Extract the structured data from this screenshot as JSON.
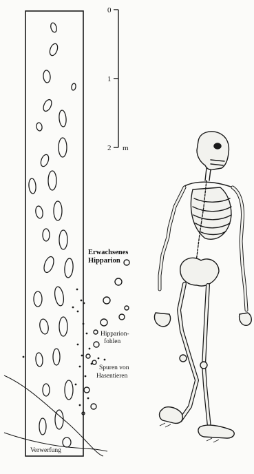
{
  "scale": {
    "ticks": [
      "0",
      "1",
      "2"
    ],
    "unit": "m"
  },
  "labels": {
    "adult_hipparion": [
      "Erwachsenes",
      "Hipparion"
    ],
    "hipparion_foals": [
      "Hipparion-",
      "fohlen"
    ],
    "hare_tracks": [
      "Spuren von",
      "Hasentieren"
    ],
    "fault": "Verwerfung"
  },
  "colors": {
    "ink": "#1a1a1a",
    "paper": "#fbfbf9",
    "bone": "#f2f2ee"
  }
}
